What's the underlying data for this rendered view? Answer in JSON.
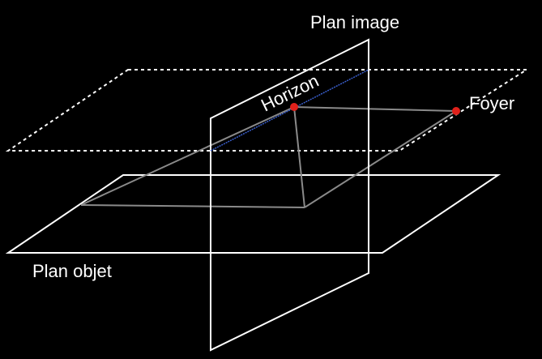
{
  "labels": {
    "image_plane": "Plan image",
    "horizon": "Horizon",
    "focus": "Foyer",
    "object_plane": "Plan objet"
  },
  "colors": {
    "background": "#000000",
    "plane_lines": "#ffffff",
    "construction_lines": "#8a8a8a",
    "horizon_line": "#3a5fcd",
    "points": "#e0211b"
  }
}
